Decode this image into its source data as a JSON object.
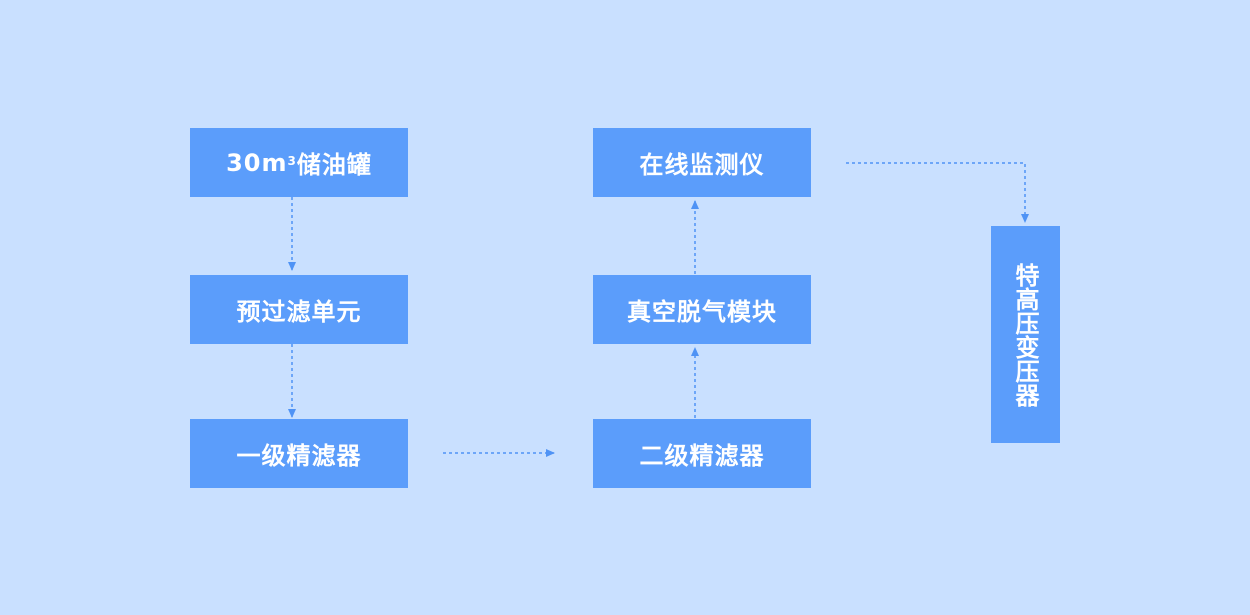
{
  "diagram": {
    "nodes": {
      "oil_tank": {
        "prefix": "30m",
        "sup": "3",
        "suffix": "储油罐"
      },
      "prefilter": {
        "label": "预过滤单元"
      },
      "fine_filter_1": {
        "label": "一级精滤器"
      },
      "fine_filter_2": {
        "label": "二级精滤器"
      },
      "vacuum_degas": {
        "label": "真空脱气模块"
      },
      "online_monitor": {
        "label": "在线监测仪"
      },
      "transformer": {
        "label": "特高压变压器"
      }
    },
    "edges": [
      {
        "from": "oil_tank",
        "to": "prefilter"
      },
      {
        "from": "prefilter",
        "to": "fine_filter_1"
      },
      {
        "from": "fine_filter_1",
        "to": "fine_filter_2"
      },
      {
        "from": "fine_filter_2",
        "to": "vacuum_degas"
      },
      {
        "from": "vacuum_degas",
        "to": "online_monitor"
      },
      {
        "from": "online_monitor",
        "to": "transformer"
      }
    ],
    "colors": {
      "background": "#c9e0ff",
      "box": "#5b9dfb",
      "box_text": "#ffffff",
      "connector": "#4f93f5"
    }
  }
}
